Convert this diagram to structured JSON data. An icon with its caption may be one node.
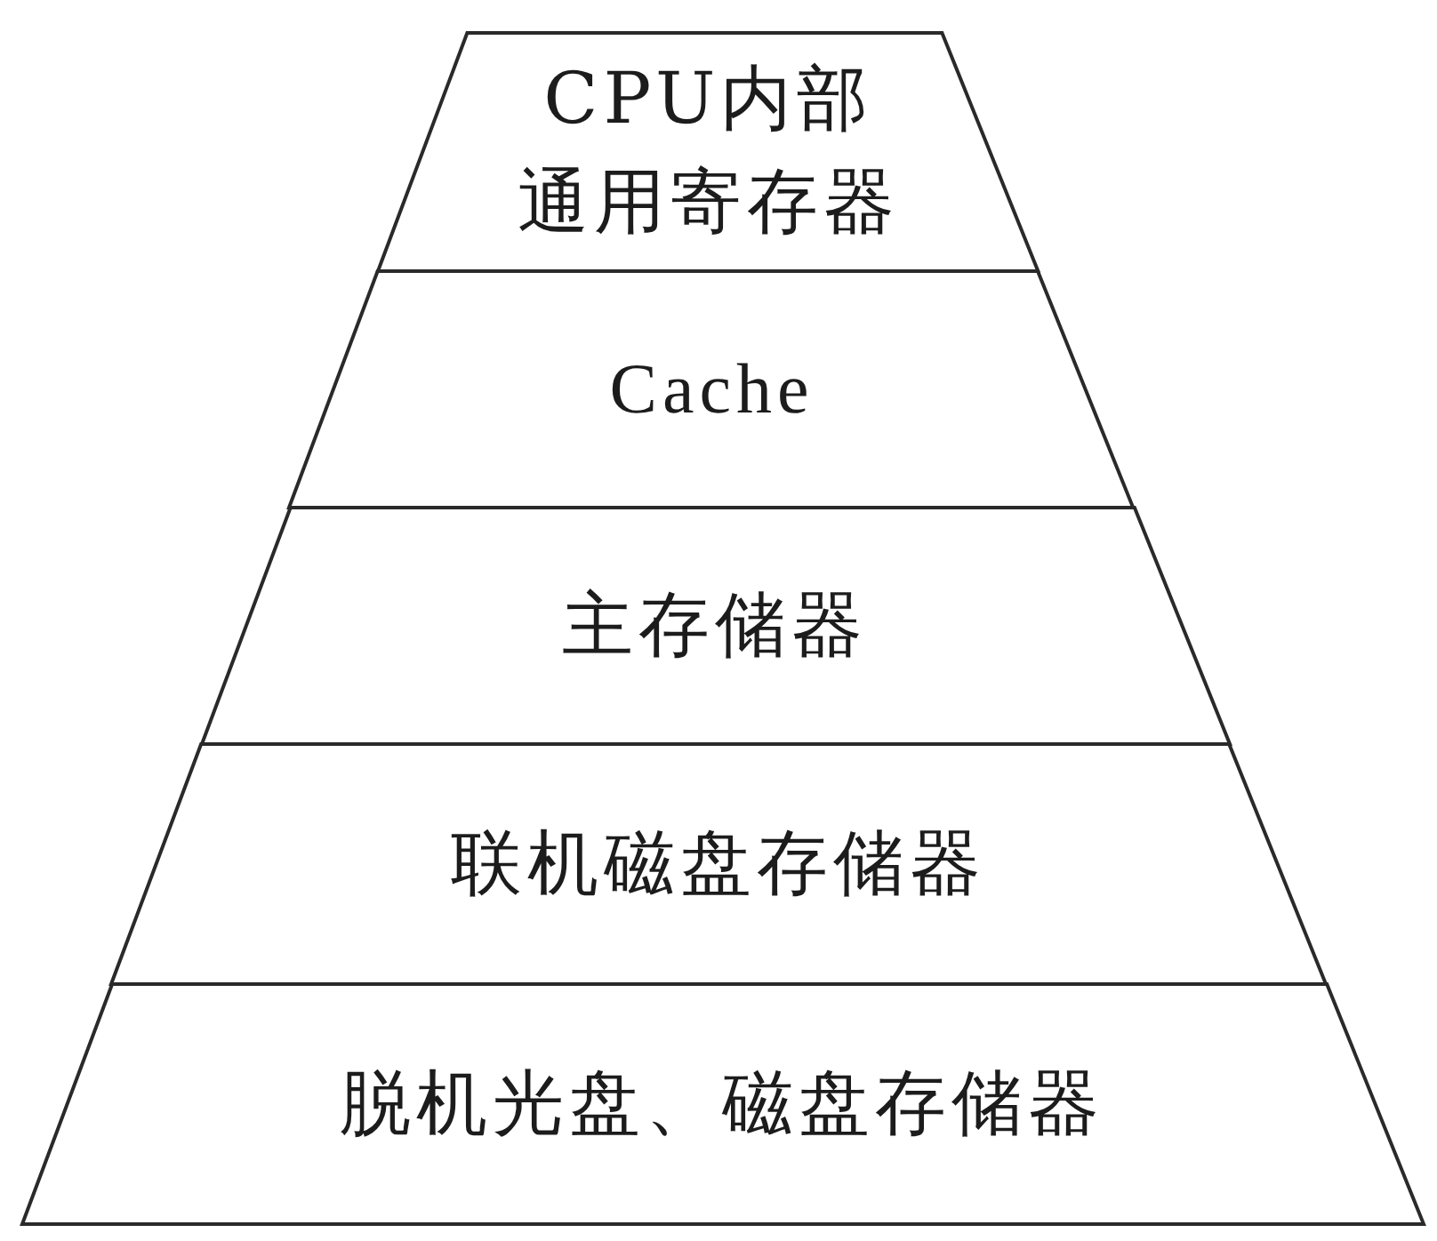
{
  "diagram": {
    "nodes": [
      {
        "text": [
          "CPU内部通用寄存器"
        ]
      },
      {
        "text": [
          "Cache"
        ]
      },
      {
        "text": [
          "主存储器"
        ]
      },
      {
        "text": [
          "联机磁盘存储器"
        ]
      },
      {
        "text": [
          "脱机光盘、磁盘存储器"
        ]
      }
    ]
  }
}
